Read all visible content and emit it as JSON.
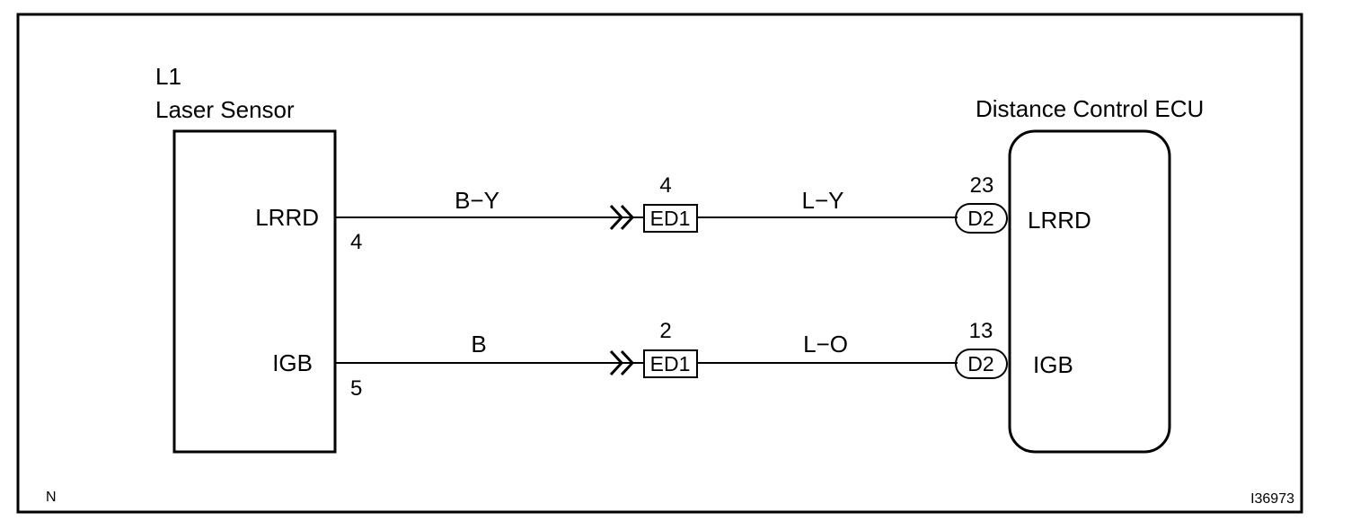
{
  "left_component": {
    "code": "L1",
    "name": "Laser Sensor",
    "terminals": [
      {
        "name": "LRRD",
        "pin": "4"
      },
      {
        "name": "IGB",
        "pin": "5"
      }
    ]
  },
  "right_component": {
    "name": "Distance Control ECU",
    "terminals": [
      {
        "name": "LRRD",
        "pin": "23",
        "connector": "D2"
      },
      {
        "name": "IGB",
        "pin": "13",
        "connector": "D2"
      }
    ]
  },
  "junction": {
    "connector": "ED1",
    "pins": [
      "4",
      "2"
    ]
  },
  "wires": [
    {
      "left_color": "B−Y",
      "right_color": "L−Y"
    },
    {
      "left_color": "B",
      "right_color": "L−O"
    }
  ],
  "footer": {
    "left_mark": "N",
    "figure_id": "I36973"
  }
}
